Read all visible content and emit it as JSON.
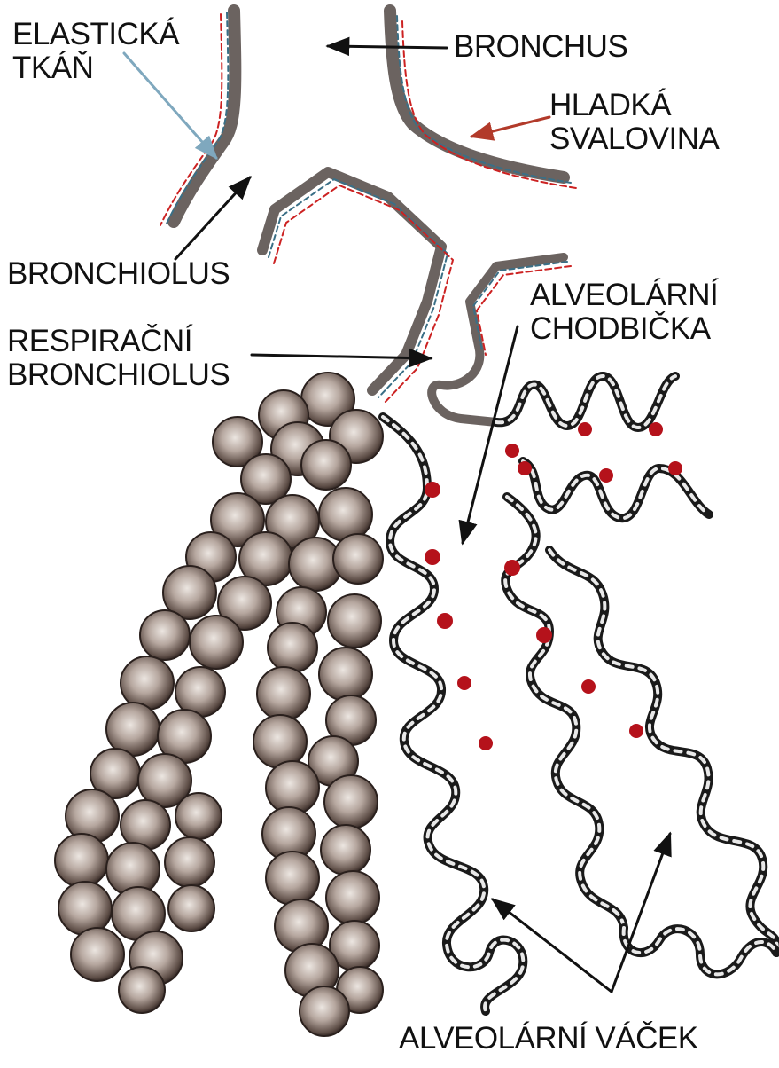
{
  "labels": {
    "elasticka_tkan": [
      "ELASTICKÁ",
      "TKÁŇ"
    ],
    "bronchus": "BRONCHUS",
    "hladka_svalovina": [
      "HLADKÁ",
      "SVALOVINA"
    ],
    "bronchiolus": "BRONCHIOLUS",
    "respiracni_bronchiolus": [
      "RESPIRAČNÍ",
      "BRONCHIOLUS"
    ],
    "alveolarni_chodbicka": [
      "ALVEOLÁRNÍ",
      "CHODBIČKA"
    ],
    "alveolarni_vacek": "ALVEOLÁRNÍ VÁČEK"
  },
  "colors": {
    "smooth_muscle": "#cc2222",
    "elastic_tissue": "#3a6f86",
    "wall": "#5e5450",
    "alveolus": "#5c4d47",
    "capillary_dot": "#b5121b",
    "elastic_arrow": "#7fa8be",
    "muscle_arrow": "#b23a2a",
    "arrow": "#111111"
  }
}
